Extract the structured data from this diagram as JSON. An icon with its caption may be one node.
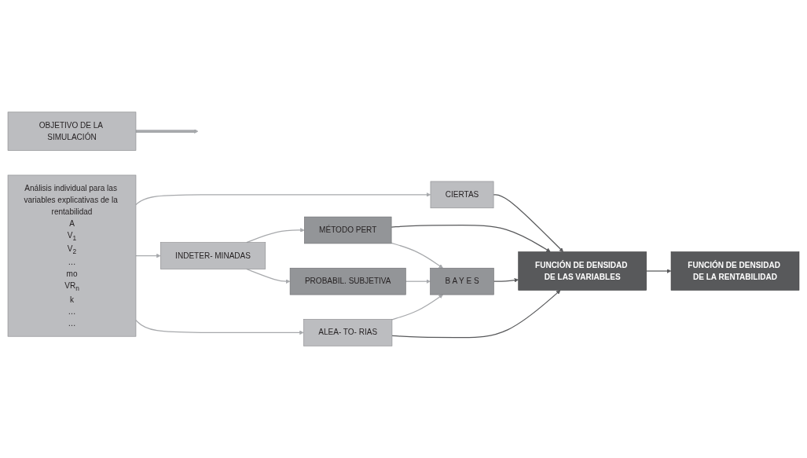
{
  "diagram": {
    "nodes": [
      {
        "text": [
          "Análisis individual para las variables explicativas de la rentabilidad",
          "A",
          "V$_{1}$",
          "V$_{2}$",
          "…",
          "mo",
          "VR$_{n}$",
          "k",
          "…",
          "…"
        ]
      },
      {
        "text": [
          "CIERTAS"
        ]
      },
      {
        "text": [
          "INDETER- MINADAS"
        ]
      },
      {
        "text": [
          "MÉTODO PERT"
        ]
      },
      {
        "text": [
          "PROBABIL. SUBJETIVA"
        ]
      },
      {
        "text": [
          "B A Y E S"
        ]
      },
      {
        "text": [
          "ALEA- TO- RIAS"
        ]
      },
      {
        "text": [
          "FUNCIÓN DE DENSIDAD DE LAS VARIABLES"
        ]
      },
      {
        "text": [
          "FUNCIÓN DE DENSIDAD DE LA RENTABILIDAD"
        ]
      },
      {
        "text": [
          "OBJETIVO DE LA SIMULACIÓN"
        ]
      }
    ],
    "edges": [
      {
        "from": 0,
        "to": 1,
        "arrow": "to"
      },
      {
        "from": 0,
        "to": 2,
        "arrow": "to"
      },
      {
        "from": 0,
        "to": 6,
        "arrow": "to"
      },
      {
        "from": 1,
        "to": 7,
        "arrow": "to",
        "color": "#58595b"
      },
      {
        "from": 2,
        "to": 3,
        "arrow": "to"
      },
      {
        "from": 2,
        "to": 4,
        "arrow": "to"
      },
      {
        "from": 3,
        "to": 7,
        "arrow": "to",
        "color": "#58595b"
      },
      {
        "from": 3,
        "to": 5,
        "arrow": "to"
      },
      {
        "from": 4,
        "to": 5,
        "arrow": "to"
      },
      {
        "from": 5,
        "to": 7,
        "arrow": "to",
        "color": "#58595b"
      },
      {
        "from": 6,
        "to": 5,
        "arrow": "to"
      },
      {
        "from": 6,
        "to": 7,
        "arrow": "to",
        "color": "#58595b"
      },
      {
        "from": 7,
        "to": 8,
        "arrow": "to",
        "color": "#58595b"
      },
      {
        "from": 9,
        "to": null,
        "arrow": "to",
        "style": "thick"
      }
    ]
  }
}
